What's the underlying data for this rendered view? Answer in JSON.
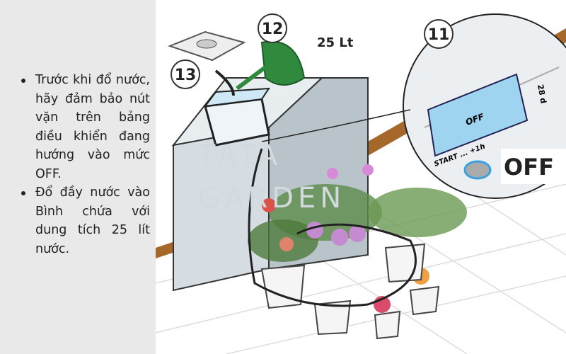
{
  "instructions": [
    "Trước khi đổ nước, hãy đảm bảo nút vặn trên bảng điều khiển đang hướng vào mức OFF.",
    "Đổ đầy nước vào Bình chứa với dung tích 25 lít nước."
  ],
  "illustration": {
    "step_11": "11",
    "step_12": "12",
    "step_13": "13",
    "volume_label": "25 Lt",
    "display_text": "OFF",
    "start_label": "START ... +1h",
    "dial_label": "28 d",
    "off_label": "OFF",
    "watermark": "TATA GARDEN"
  }
}
